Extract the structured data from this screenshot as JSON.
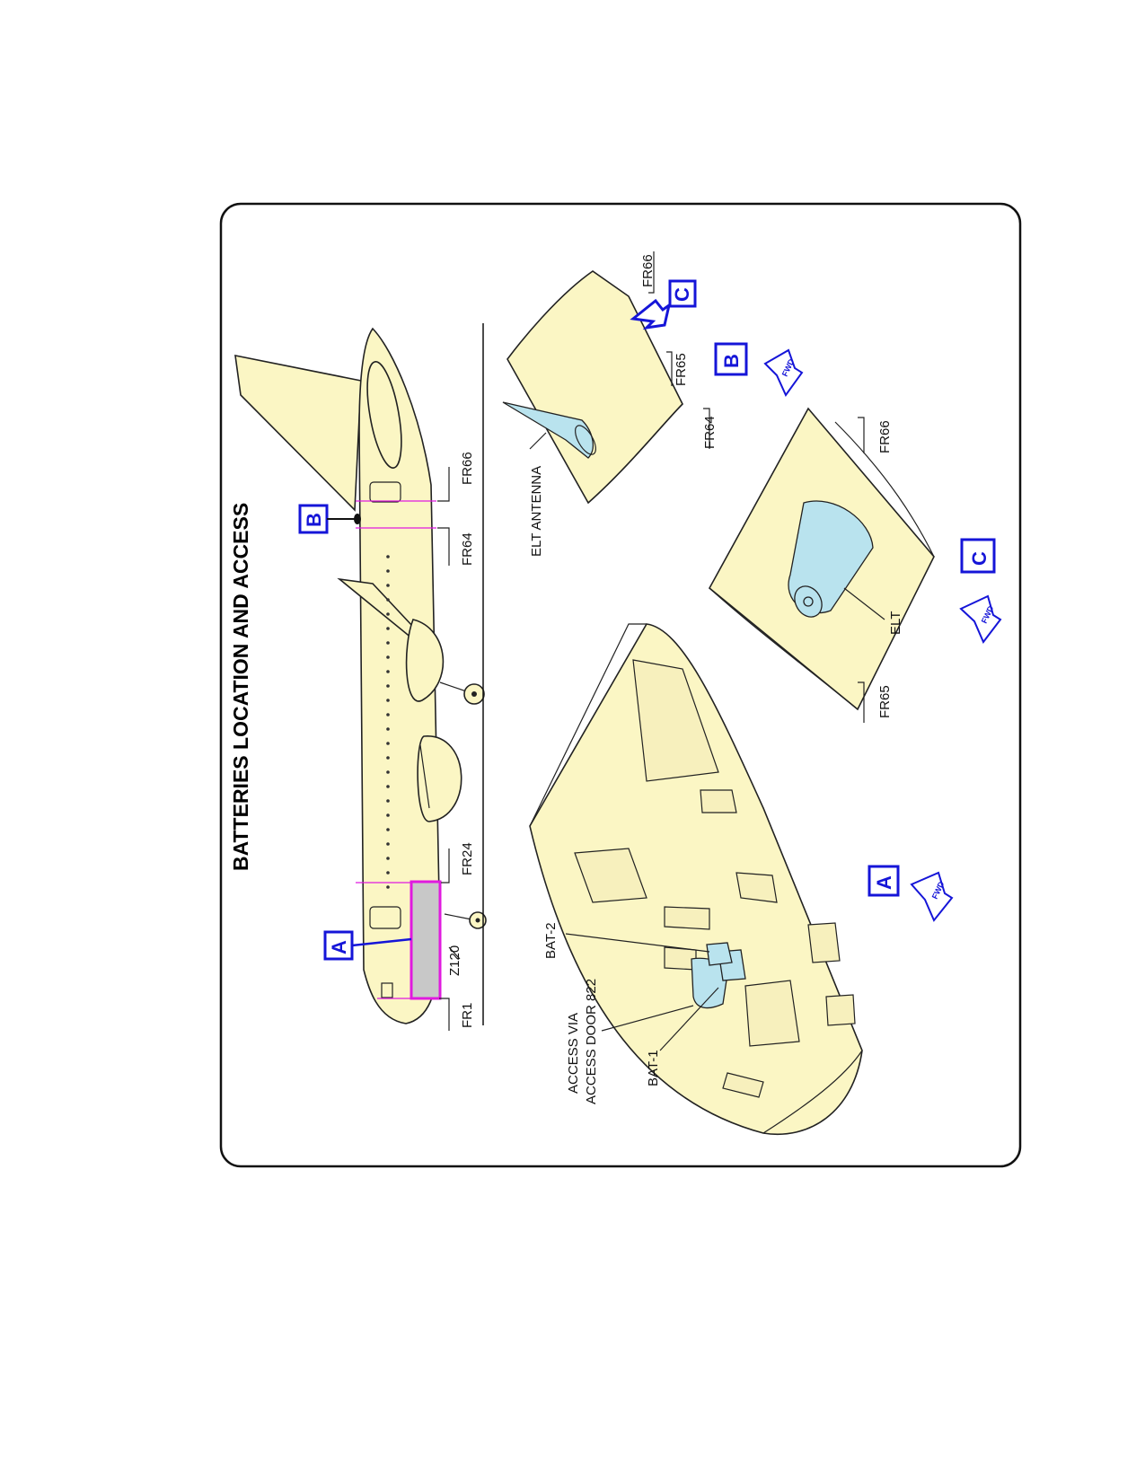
{
  "title": "BATTERIES LOCATION AND ACCESS",
  "frames": {
    "fr1": "FR1",
    "fr24": "FR24",
    "fr64": "FR64",
    "fr66": "FR66",
    "fr64_b": "FR64",
    "fr65_b": "FR65",
    "fr66_b": "FR66",
    "fr65_c": "FR65",
    "fr66_c": "FR66"
  },
  "zone": "Z120",
  "views": {
    "a": "A",
    "b": "B",
    "c": "C"
  },
  "callouts": {
    "bat1": "BAT-1",
    "bat2": "BAT-2",
    "access_line1": "ACCESS VIA",
    "access_line2": "ACCESS DOOR 822",
    "elt_antenna": "ELT ANTENNA",
    "elt": "ELT"
  },
  "fwd": "FWD",
  "colors": {
    "fuselage": "#fbf6c4",
    "highlight": "#e01adf",
    "view_label": "#1515d8",
    "battery": "#b9e3ee",
    "zone_fill": "#c8c8c8"
  }
}
